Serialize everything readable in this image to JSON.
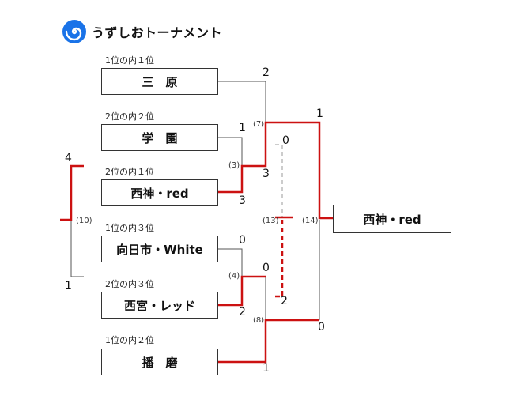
{
  "header": {
    "title": "うずしおトーナメント",
    "logo_icon": "swirl-logo-icon",
    "logo_color": "#1a73e8"
  },
  "teams": [
    {
      "seed": "1位の内１位",
      "name": "三　原"
    },
    {
      "seed": "2位の内２位",
      "name": "学　園"
    },
    {
      "seed": "2位の内１位",
      "name": "西神・red"
    },
    {
      "seed": "1位の内３位",
      "name": "向日市・White"
    },
    {
      "seed": "2位の内３位",
      "name": "西宮・レッド"
    },
    {
      "seed": "1位の内２位",
      "name": "播　磨"
    }
  ],
  "matches": {
    "m3": {
      "label": "(3)",
      "top": "1",
      "bottom": "3"
    },
    "m4": {
      "label": "(4)",
      "top": "0",
      "bottom": "2"
    },
    "m7": {
      "label": "(7)",
      "top": "2",
      "bottom": "3"
    },
    "m8": {
      "label": "(8)",
      "top": "0",
      "bottom": "1"
    },
    "m10": {
      "label": "(10)",
      "top": "4",
      "bottom": "1"
    },
    "m13": {
      "label": "(13)",
      "top": "0",
      "bottom": "2"
    },
    "m14": {
      "label": "(14)",
      "top": "1",
      "bottom": "0"
    }
  },
  "champion": "西神・red",
  "colors": {
    "winner_line": "#cc1111",
    "loser_line": "#555555",
    "dashed_loser": "#999999"
  }
}
